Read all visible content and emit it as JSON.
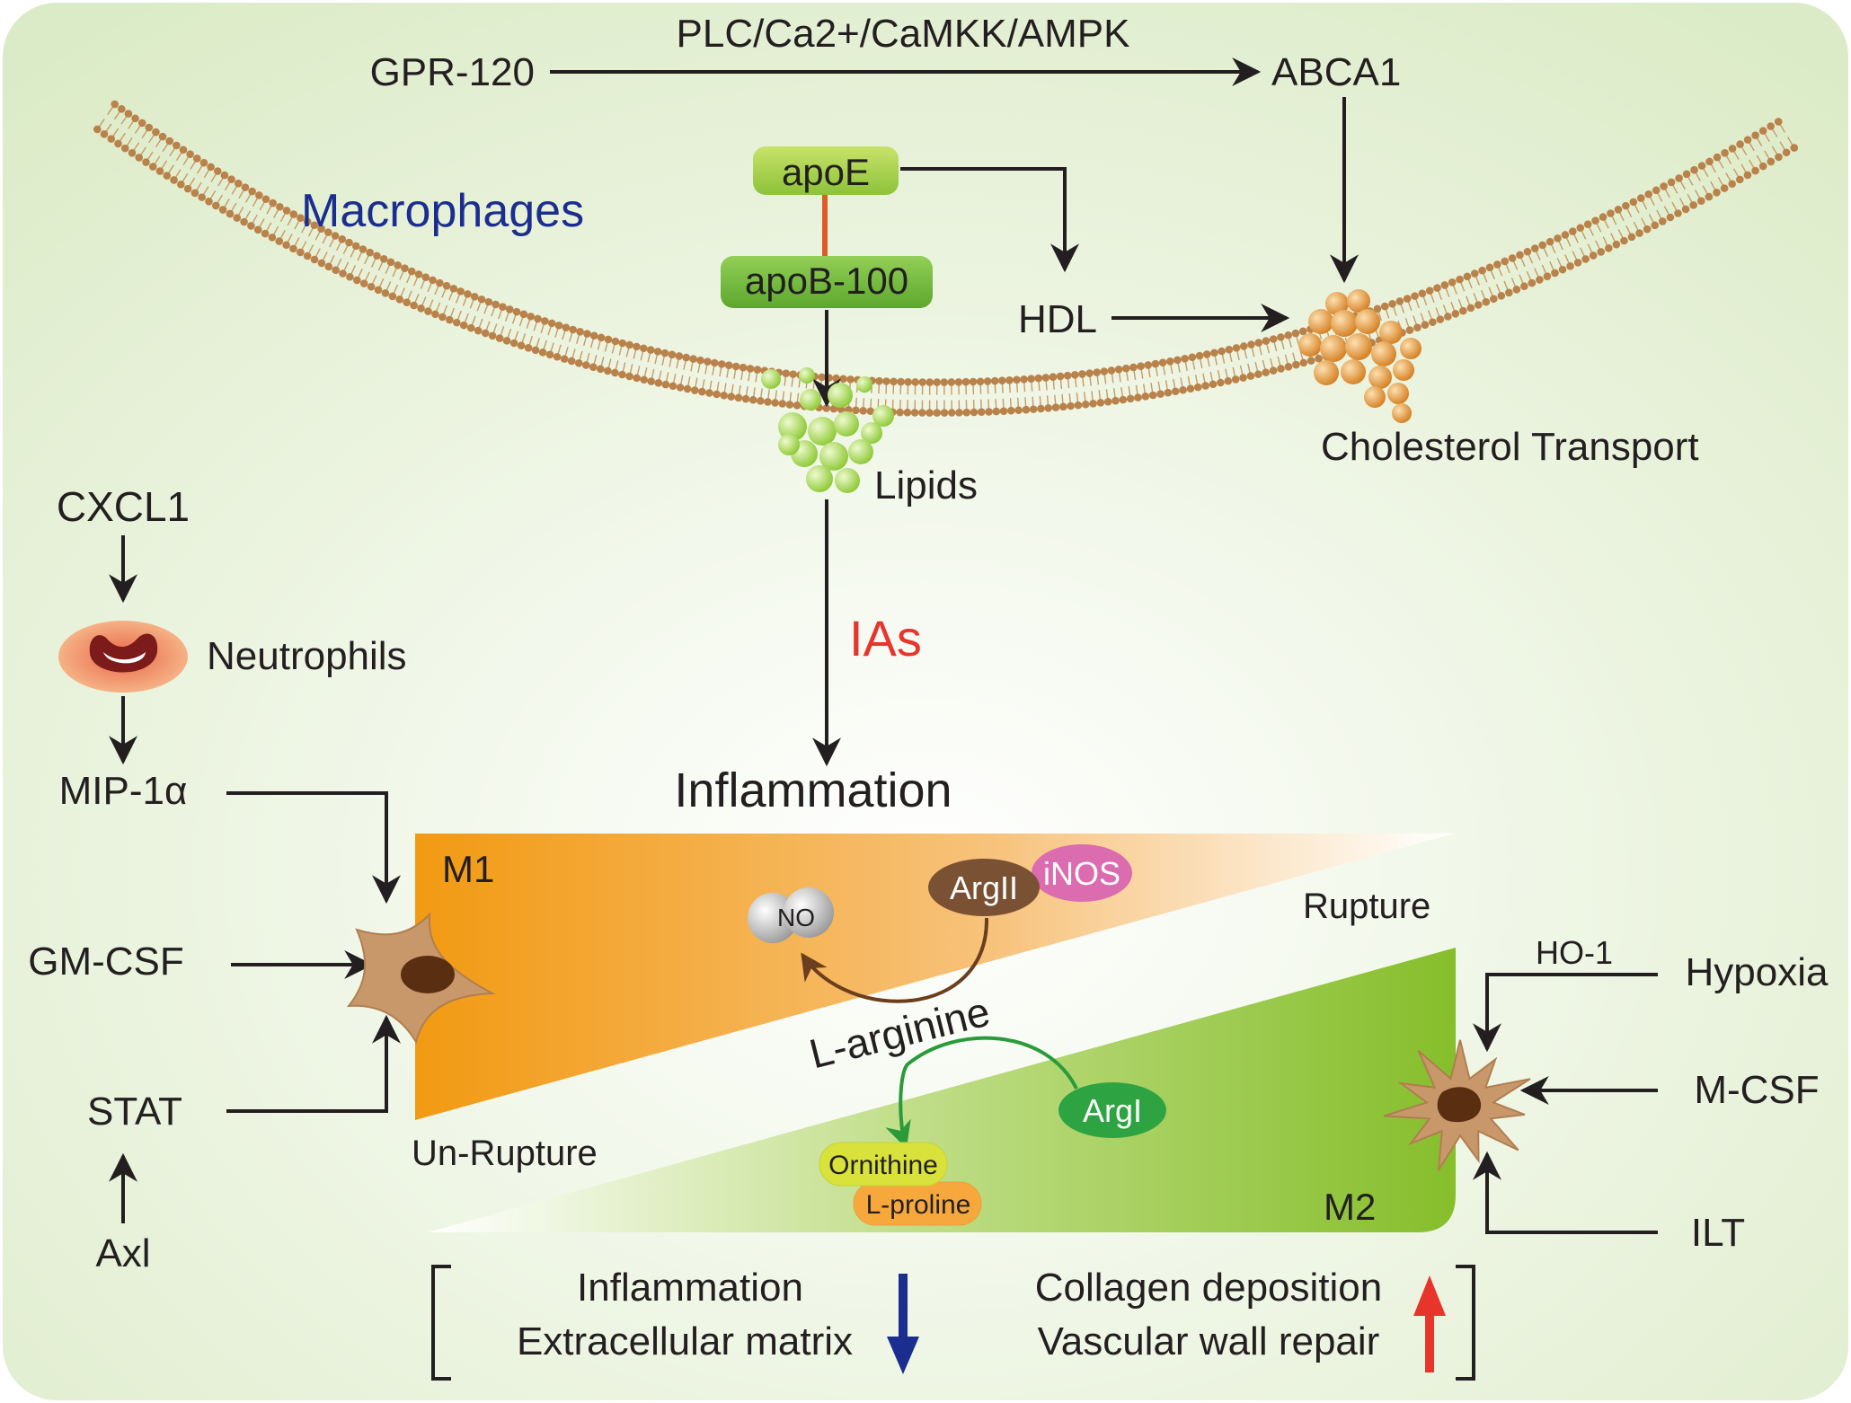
{
  "colors": {
    "background_center": "#ffffff",
    "background_edge": "#dcebc7",
    "membrane": "#b9824a",
    "lipid": "#a9d64e",
    "cholesterol": "#e59a3c",
    "m1": "#f29a12",
    "m2": "#86be2b",
    "title_blue": "#1b2e8f",
    "ias_red": "#e8352b",
    "arrow": "#231f20",
    "brown_arrow": "#6b3e1d",
    "green_arrow": "#2b9b3a",
    "down_arrow": "#1b2e8f",
    "up_arrow": "#e8352b"
  },
  "pathway": {
    "gpr120": "GPR-120",
    "plc_path": "PLC/Ca2+/CaMKK/AMPK",
    "abca1": "ABCA1"
  },
  "macrophages_label": "Macrophages",
  "apoe": "apoE",
  "apob100": "apoB-100",
  "hdl": "HDL",
  "lipids": "Lipids",
  "cholesterol_transport": "Cholesterol Transport",
  "ias": "IAs",
  "inflammation_title": "Inflammation",
  "left_pathway": {
    "cxcl1": "CXCL1",
    "neutrophils": "Neutrophils",
    "mip1a": "MIP-1α",
    "gmcsf": "GM-CSF",
    "stat": "STAT",
    "axl": "Axl"
  },
  "m1": {
    "label": "M1",
    "no": "NO",
    "arg2": "ArgII",
    "inos": "iNOS",
    "rupture": "Rupture"
  },
  "m2": {
    "label": "M2",
    "l_arginine": "L-arginine",
    "arg1": "ArgI",
    "ornithine": "Ornithine",
    "l_proline": "L-proline",
    "unrupture": "Un-Rupture"
  },
  "right_pathway": {
    "ho1": "HO-1",
    "hypoxia": "Hypoxia",
    "mcsf": "M-CSF",
    "ilt": "ILT"
  },
  "outcomes": {
    "inflammation": "Inflammation",
    "ecm": "Extracellular matrix",
    "collagen": "Collagen deposition",
    "repair": "Vascular wall repair"
  }
}
